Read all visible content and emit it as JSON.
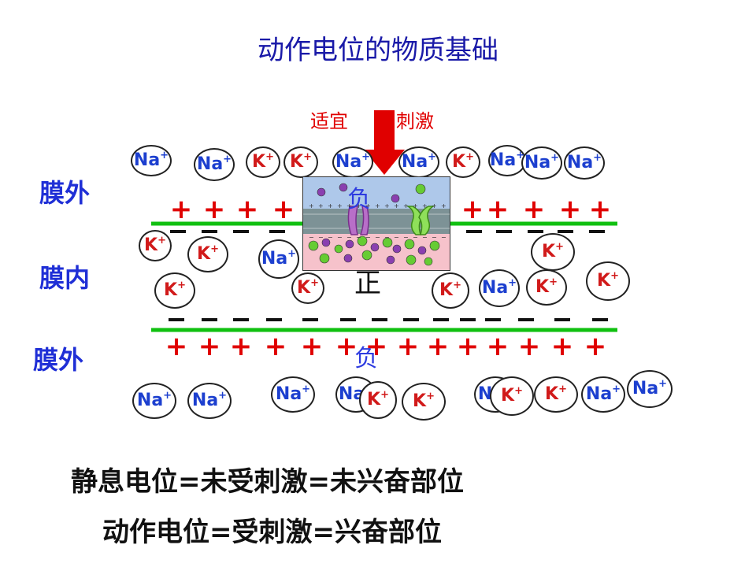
{
  "title": "动作电位的物质基础",
  "stimulus": {
    "left": "适宜",
    "right": "刺激"
  },
  "side_labels": {
    "outer_top": "膜外",
    "inner": "膜内",
    "outer_bottom": "膜外"
  },
  "polarity": {
    "inside_positive": "正",
    "outside_negative_inset": "负",
    "outside_negative_bottom": "负"
  },
  "ions": {
    "na": "Na",
    "k": "K",
    "charge": "+"
  },
  "equations": {
    "line1": "静息电位=未受刺激=未兴奋部位",
    "line2": "动作电位=受刺激=兴奋部位"
  },
  "colors": {
    "title": "#1a1aa8",
    "stimulus": "#e00000",
    "membrane": "#10c010",
    "plus": "#e00000",
    "na": "#1c3fcf",
    "k": "#d11a1a"
  }
}
